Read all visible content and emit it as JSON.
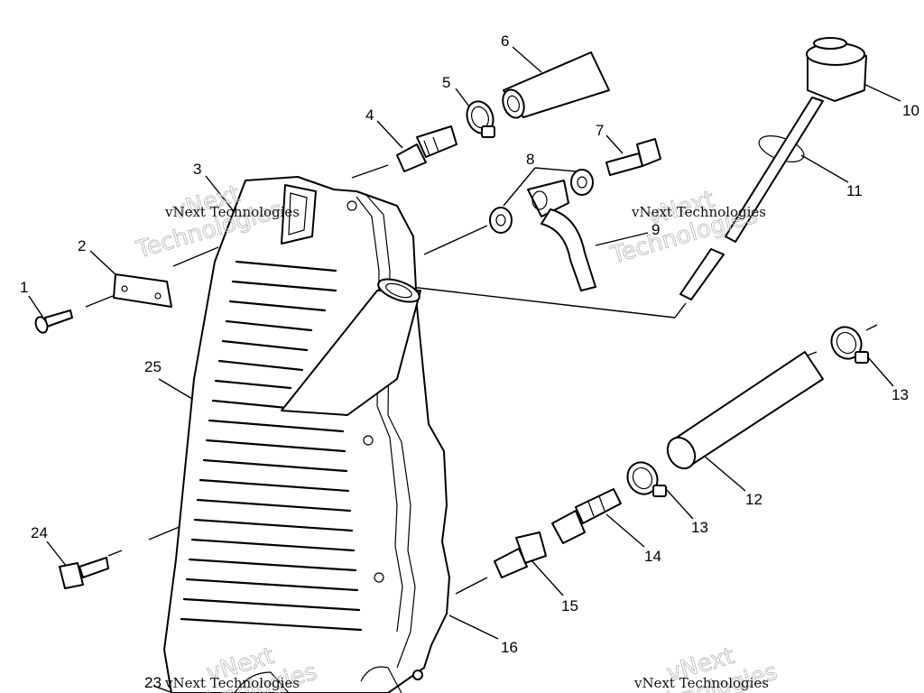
{
  "diagram": {
    "callouts": [
      {
        "id": "1",
        "label": "1"
      },
      {
        "id": "2",
        "label": "2"
      },
      {
        "id": "3",
        "label": "3"
      },
      {
        "id": "4",
        "label": "4"
      },
      {
        "id": "5",
        "label": "5"
      },
      {
        "id": "6",
        "label": "6"
      },
      {
        "id": "7",
        "label": "7"
      },
      {
        "id": "8",
        "label": "8"
      },
      {
        "id": "9",
        "label": "9"
      },
      {
        "id": "10",
        "label": "10"
      },
      {
        "id": "11",
        "label": "11"
      },
      {
        "id": "12",
        "label": "12"
      },
      {
        "id": "13a",
        "label": "13"
      },
      {
        "id": "13b",
        "label": "13"
      },
      {
        "id": "14",
        "label": "14"
      },
      {
        "id": "15",
        "label": "15"
      },
      {
        "id": "16",
        "label": "16"
      },
      {
        "id": "23",
        "label": "23"
      },
      {
        "id": "24",
        "label": "24"
      },
      {
        "id": "25",
        "label": "25"
      }
    ],
    "watermark": {
      "line1": "vNext Technologies",
      "line2": "vNext",
      "line3": "Technologies"
    }
  }
}
